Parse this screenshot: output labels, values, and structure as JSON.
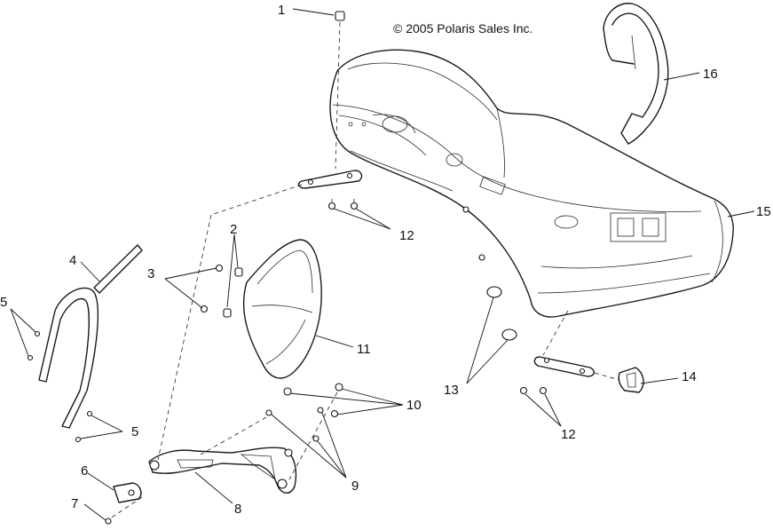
{
  "copyright": "© 2005 Polaris Sales Inc.",
  "callouts": {
    "c1": "1",
    "c2": "2",
    "c3": "3",
    "c4": "4",
    "c5a": "5",
    "c5b": "5",
    "c6": "6",
    "c7": "7",
    "c8": "8",
    "c9": "9",
    "c10": "10",
    "c11": "11",
    "c12a": "12",
    "c12b": "12",
    "c13": "13",
    "c14": "14",
    "c15": "15",
    "c16": "16"
  }
}
